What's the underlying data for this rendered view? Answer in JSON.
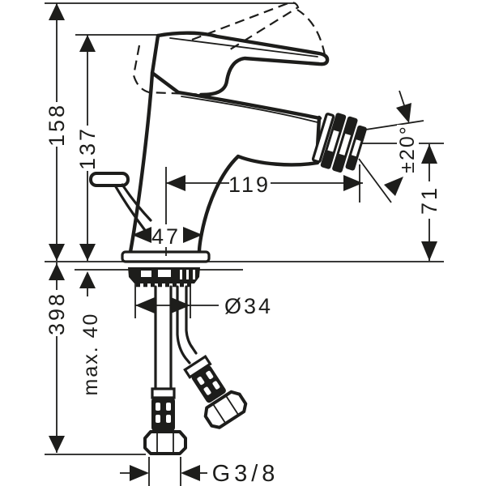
{
  "colors": {
    "ink": "#1d1d1b",
    "background": "#ffffff"
  },
  "drawing": {
    "kind": "single-lever bidet mixer technical dimension drawing",
    "dimensions": {
      "total_height": "158",
      "body_height": "137",
      "spout_reach": "119",
      "base_width": "47",
      "outlet_height": "71",
      "outlet_angle": "±20°",
      "hose_length": "398",
      "max_mounting_thickness": "max. 40",
      "shank_diameter": "Ø34",
      "connection_thread": "G3/8"
    }
  }
}
